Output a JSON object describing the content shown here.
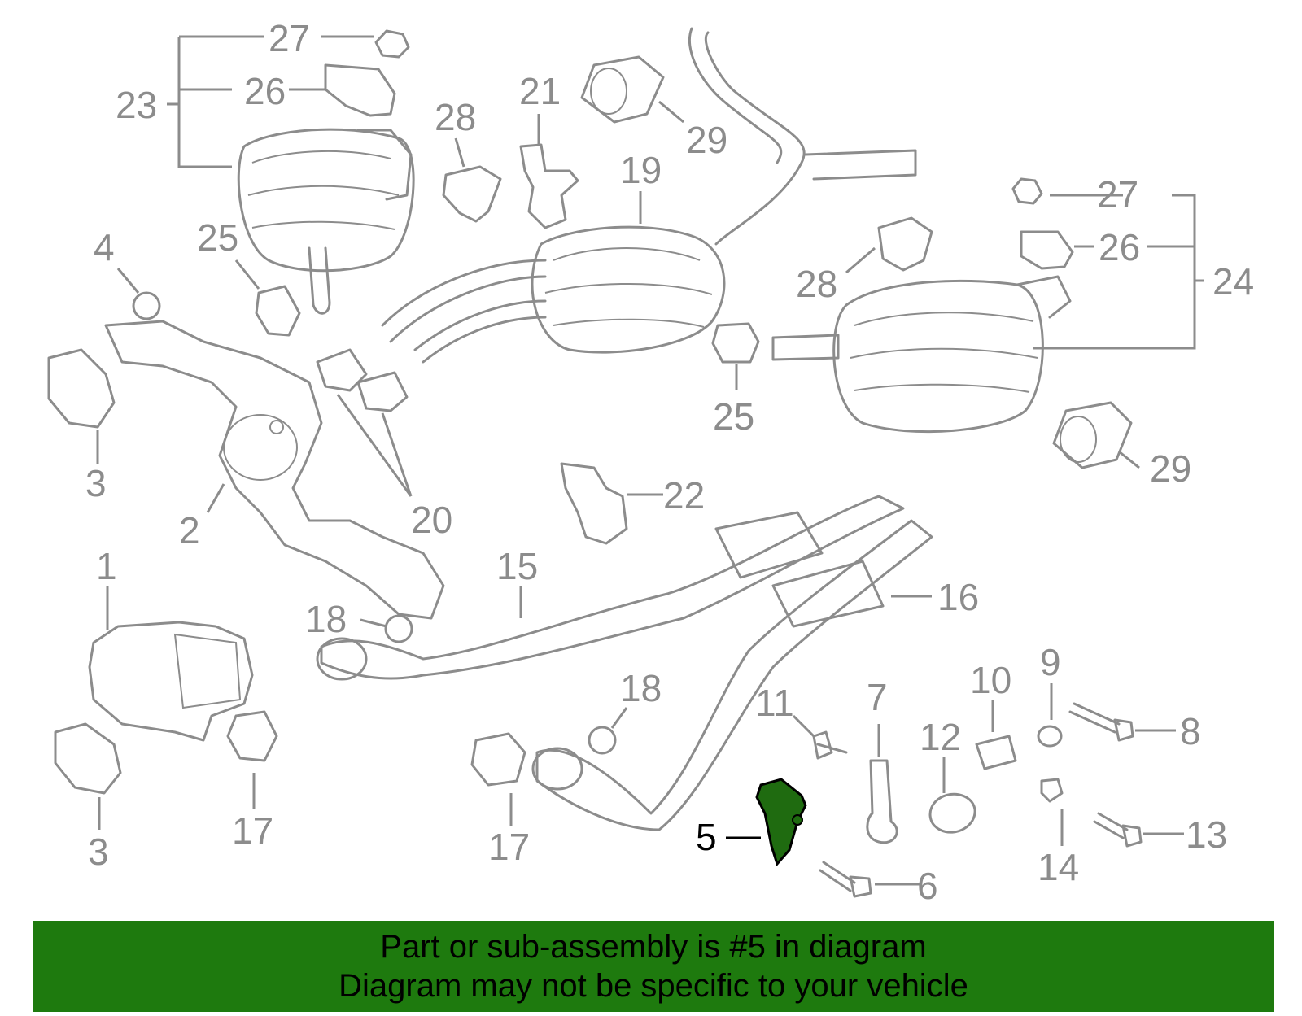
{
  "callouts": [
    {
      "id": "27a",
      "text": "27"
    },
    {
      "id": "26a",
      "text": "26"
    },
    {
      "id": "23",
      "text": "23"
    },
    {
      "id": "28a",
      "text": "28"
    },
    {
      "id": "21",
      "text": "21"
    },
    {
      "id": "29a",
      "text": "29"
    },
    {
      "id": "19",
      "text": "19"
    },
    {
      "id": "25a",
      "text": "25"
    },
    {
      "id": "4",
      "text": "4"
    },
    {
      "id": "27b",
      "text": "27"
    },
    {
      "id": "26b",
      "text": "26"
    },
    {
      "id": "24",
      "text": "24"
    },
    {
      "id": "28b",
      "text": "28"
    },
    {
      "id": "25b",
      "text": "25"
    },
    {
      "id": "29b",
      "text": "29"
    },
    {
      "id": "3a",
      "text": "3"
    },
    {
      "id": "2",
      "text": "2"
    },
    {
      "id": "20",
      "text": "20"
    },
    {
      "id": "22",
      "text": "22"
    },
    {
      "id": "15",
      "text": "15"
    },
    {
      "id": "16",
      "text": "16"
    },
    {
      "id": "1",
      "text": "1"
    },
    {
      "id": "18a",
      "text": "18"
    },
    {
      "id": "18b",
      "text": "18"
    },
    {
      "id": "11",
      "text": "11"
    },
    {
      "id": "7",
      "text": "7"
    },
    {
      "id": "10",
      "text": "10"
    },
    {
      "id": "9",
      "text": "9"
    },
    {
      "id": "12",
      "text": "12"
    },
    {
      "id": "8",
      "text": "8"
    },
    {
      "id": "3b",
      "text": "3"
    },
    {
      "id": "17a",
      "text": "17"
    },
    {
      "id": "17b",
      "text": "17"
    },
    {
      "id": "5",
      "text": "5",
      "highlighted": true
    },
    {
      "id": "6",
      "text": "6"
    },
    {
      "id": "14",
      "text": "14"
    },
    {
      "id": "13",
      "text": "13"
    }
  ],
  "banner": {
    "line1": "Part or sub-assembly is #5 in diagram",
    "line2": "Diagram may not be specific to your vehicle"
  },
  "colors": {
    "linework": "#8c8c8c",
    "highlight_part": "#1f6b10",
    "banner_bg": "#1e7a0e",
    "highlight_text": "#000000"
  },
  "highlighted_part": "5"
}
